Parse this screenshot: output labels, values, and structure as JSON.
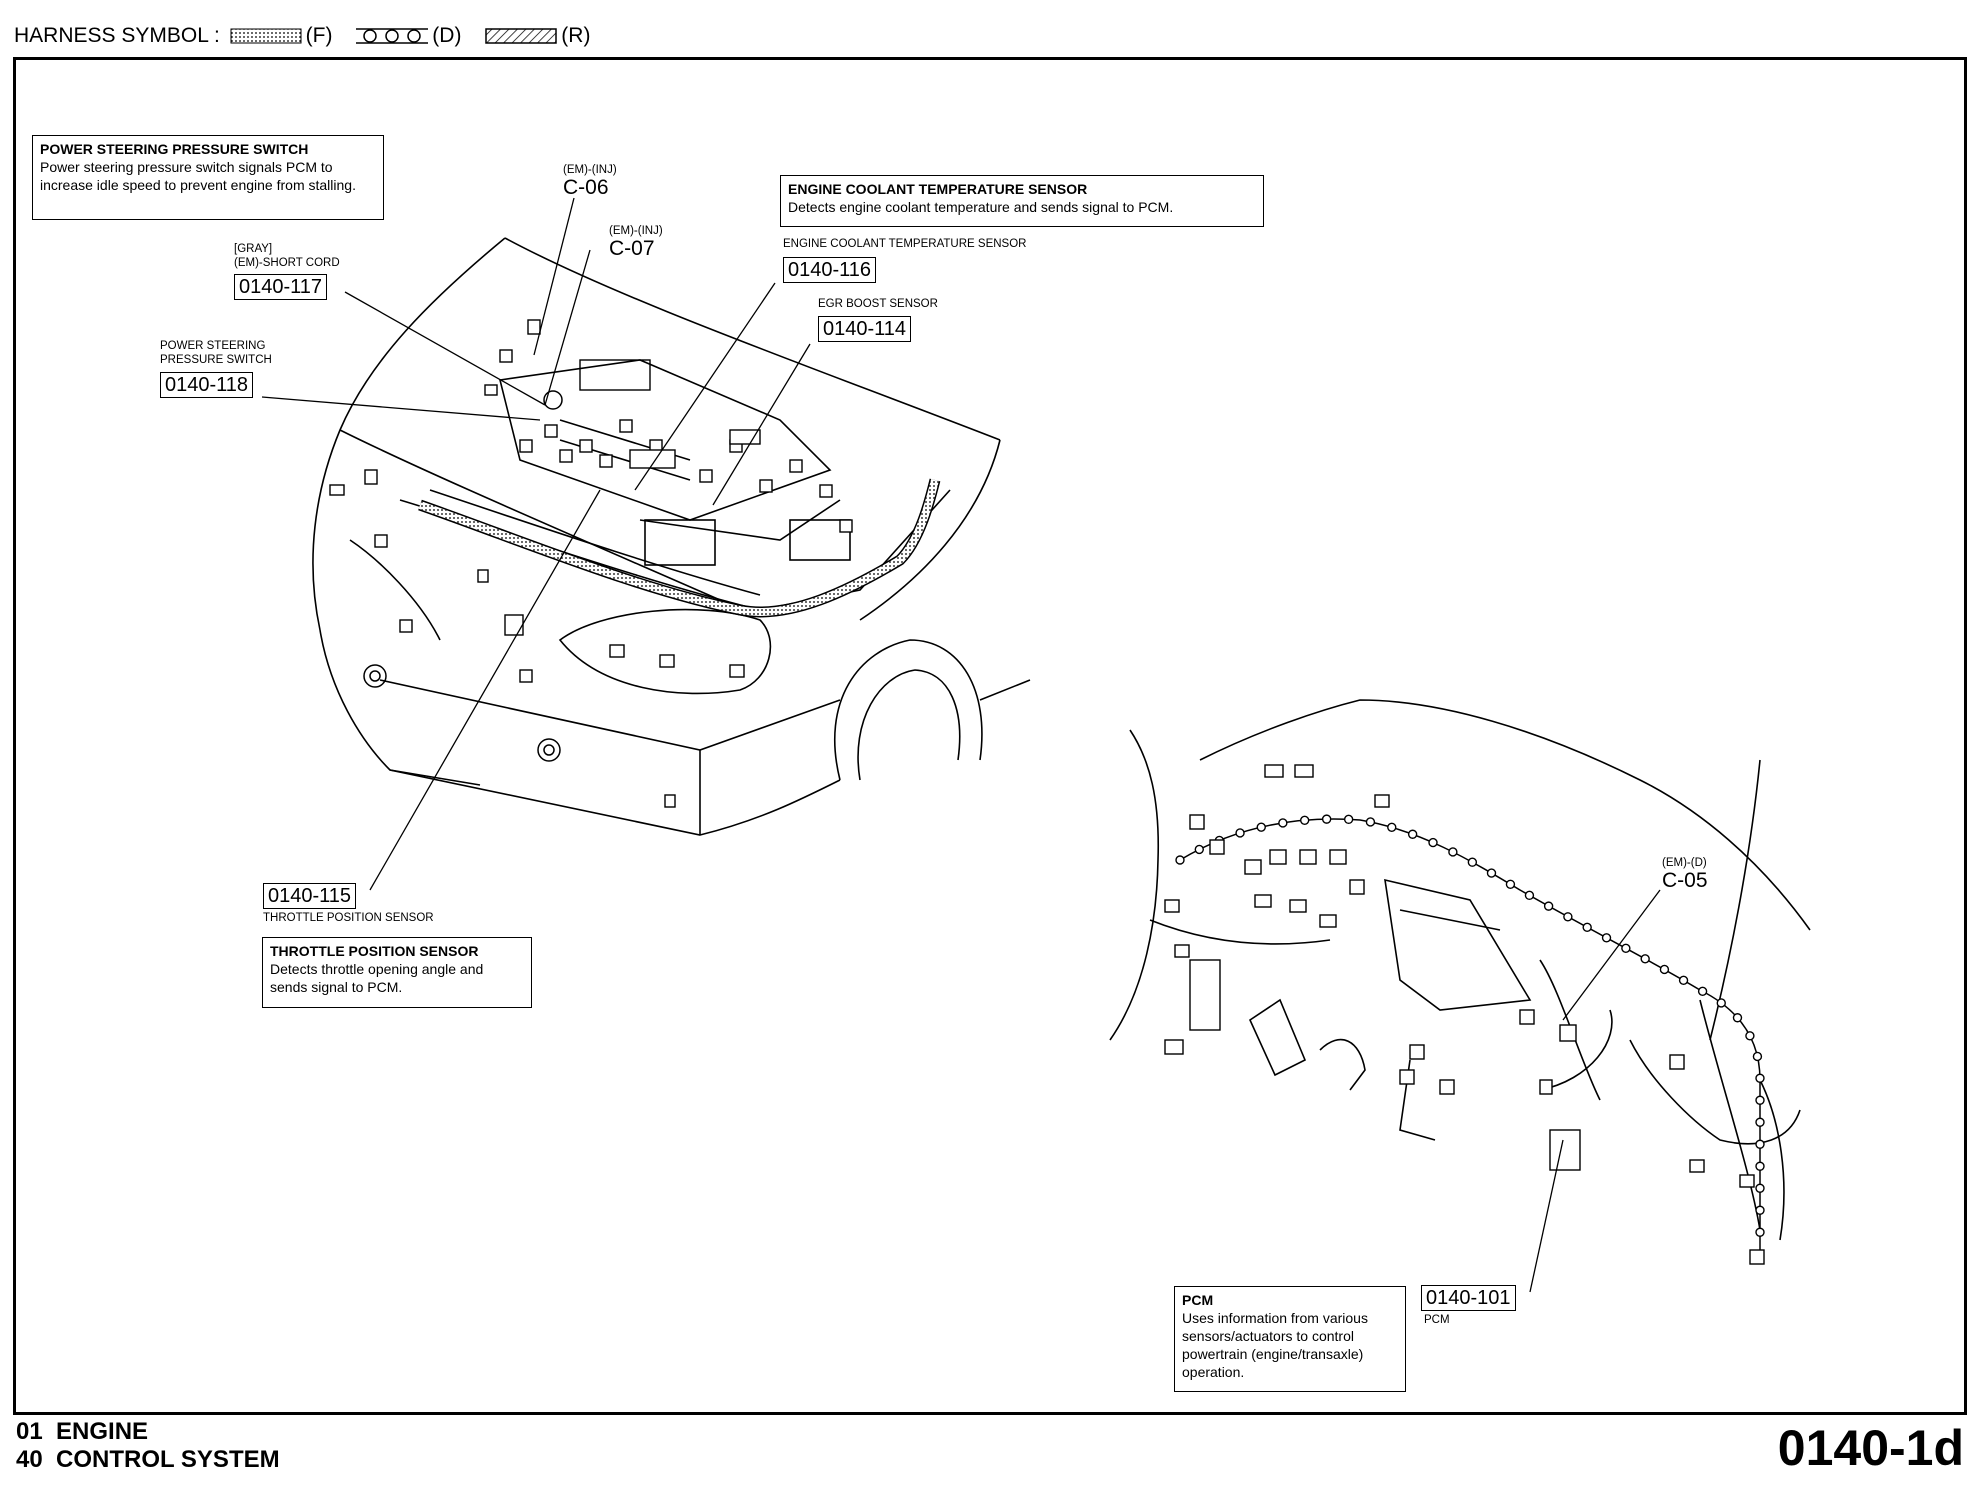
{
  "legend": {
    "label": "HARNESS SYMBOL :",
    "f": "(F)",
    "d": "(D)",
    "r": "(R)"
  },
  "callouts": {
    "ps_switch_box": {
      "title": "POWER STEERING PRESSURE SWITCH",
      "text": "Power steering pressure switch signals PCM to increase idle speed to prevent engine from stalling."
    },
    "ect_box": {
      "title": "ENGINE COOLANT TEMPERATURE SENSOR",
      "text": "Detects engine coolant temperature and sends signal to PCM."
    },
    "tps_box": {
      "title": "THROTTLE POSITION SENSOR",
      "text": "Detects throttle opening angle and sends signal to PCM."
    },
    "pcm_box": {
      "title": "PCM",
      "text": "Uses information from various sensors/actuators to control powertrain (engine/transaxle) operation."
    }
  },
  "codes": {
    "c117": {
      "code": "0140-117",
      "label1": "[GRAY]",
      "label2": "(EM)-SHORT CORD"
    },
    "c118": {
      "code": "0140-118",
      "label1": "POWER STEERING",
      "label2": "PRESSURE SWITCH"
    },
    "c116": {
      "code": "0140-116",
      "label": "ENGINE COOLANT TEMPERATURE SENSOR"
    },
    "c114": {
      "code": "0140-114",
      "label": "EGR BOOST SENSOR"
    },
    "c115": {
      "code": "0140-115",
      "label": "THROTTLE POSITION SENSOR"
    },
    "c101": {
      "code": "0140-101",
      "label": "PCM"
    }
  },
  "connectors": {
    "c06": {
      "harness": "(EM)-(INJ)",
      "id": "C-06"
    },
    "c07": {
      "harness": "(EM)-(INJ)",
      "id": "C-07"
    },
    "c05": {
      "harness": "(EM)-(D)",
      "id": "C-05"
    }
  },
  "footer": {
    "line1": "01  ENGINE",
    "line2": "40  CONTROL SYSTEM",
    "page": "0140-1d"
  }
}
